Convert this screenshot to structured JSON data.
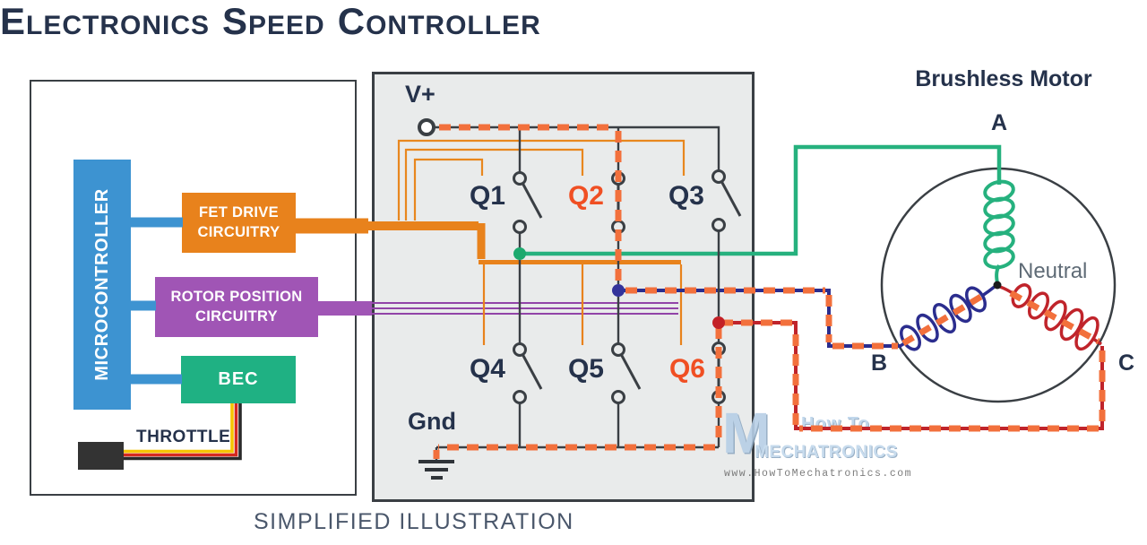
{
  "page_title": {
    "e": "E",
    "lectronics": "LECTRONICS",
    "s": "S",
    "peed": "PEED",
    "c": "C",
    "ontroller": "ONTROLLER"
  },
  "caption": "SIMPLIFIED ILLUSTRATION",
  "esc": {
    "blocks": {
      "microcontroller": "MICROCONTROLLER",
      "fet_drive": "FET DRIVE\nCIRCUITRY",
      "rotor_position": "ROTOR POSITION\nCIRCUITRY",
      "bec": "BEC",
      "throttle": "THROTTLE"
    },
    "terminals": {
      "v_plus": "V+",
      "gnd": "Gnd"
    },
    "transistors": [
      {
        "label": "Q1",
        "active": false
      },
      {
        "label": "Q2",
        "active": true
      },
      {
        "label": "Q3",
        "active": false
      },
      {
        "label": "Q4",
        "active": false
      },
      {
        "label": "Q5",
        "active": false
      },
      {
        "label": "Q6",
        "active": true
      }
    ]
  },
  "motor": {
    "title": "Brushless Motor",
    "neutral_label": "Neutral",
    "phase_labels": [
      "A",
      "B",
      "C"
    ]
  },
  "watermark": {
    "logo_letter": "M",
    "line1": "How To",
    "line2": "MECHATRONICS",
    "url": "www.HowToMechatronics.com"
  },
  "colors": {
    "navy_text": "#25324B",
    "orange_wire": "#E8821C",
    "current_dash": "#F2703C",
    "active_label": "#F04F23",
    "mcu_blue": "#3D93D1",
    "rotor_purple": "#A055B5",
    "bec_green": "#1FB183",
    "phase_a_green": "#26B17E",
    "phase_b_blue": "#2B2D8E",
    "phase_c_red": "#C0242B",
    "esc_box_bg": "#E9EBEB",
    "throttle_yellow": "#F6C500",
    "throttle_red": "#D5291F"
  }
}
